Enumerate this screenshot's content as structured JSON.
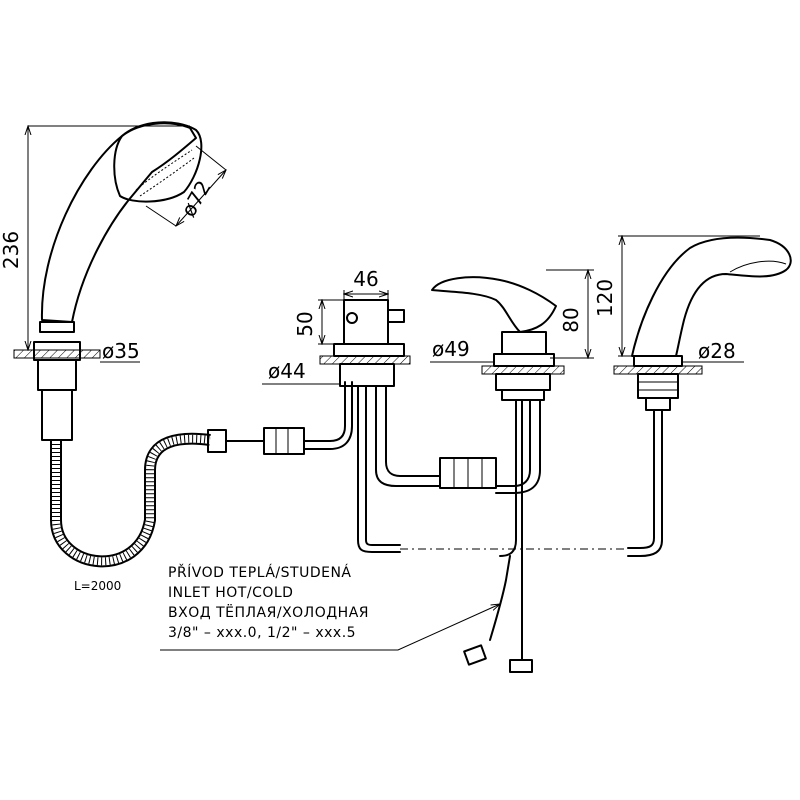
{
  "dimensions": {
    "handshower_height": "236",
    "handshower_head_dia": "ø72",
    "handshower_base_dia": "ø35",
    "valve_width": "46",
    "valve_height": "50",
    "valve_base_dia": "ø44",
    "mixer_height": "80",
    "mixer_base_dia": "ø49",
    "spout_height": "120",
    "spout_base_dia": "ø28"
  },
  "hose_length": "L=2000",
  "note": {
    "line1": "PŘÍVOD TEPLÁ/STUDENÁ",
    "line2": "INLET HOT/COLD",
    "line3": "ВХОД ТЁПЛАЯ/ХОЛОДНАЯ",
    "line4": "3/8\" – xxx.0, 1/2\" – xxx.5"
  }
}
